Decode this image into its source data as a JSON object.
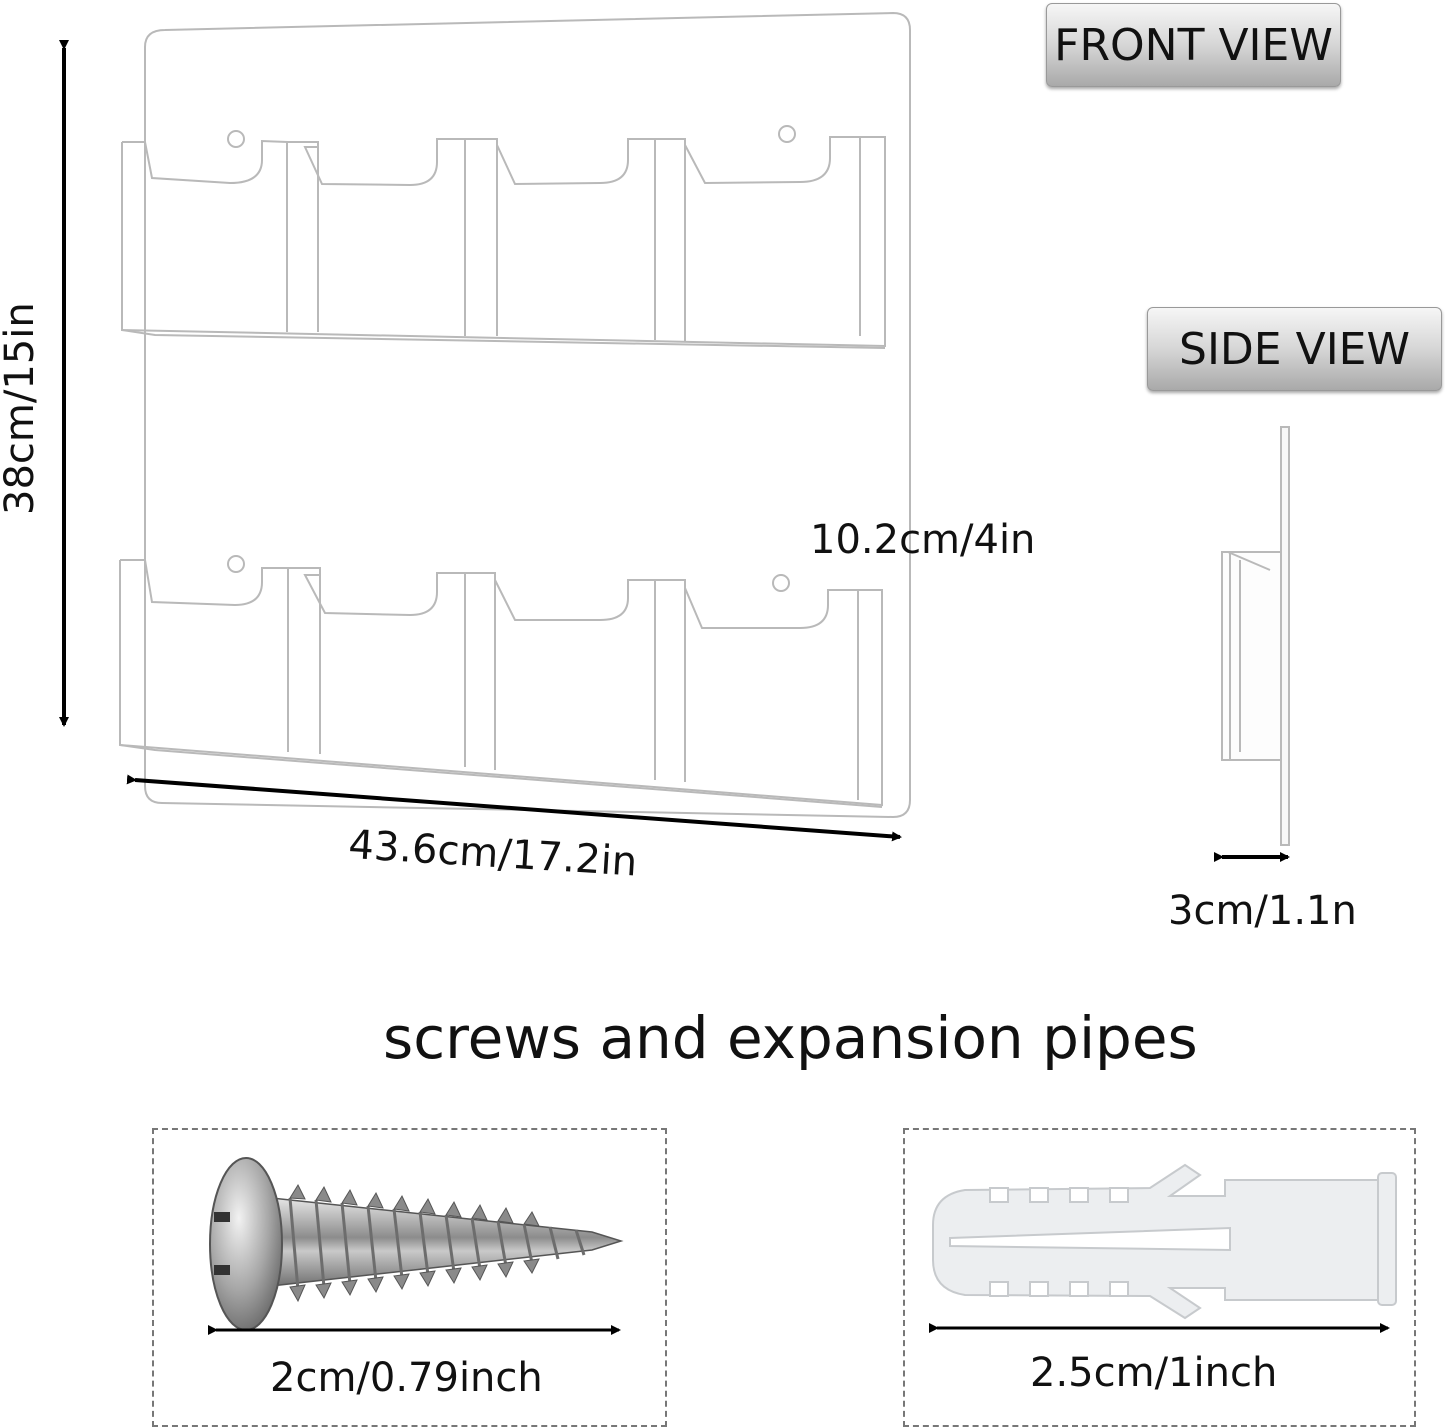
{
  "labels": {
    "front_view": "FRONT VIEW",
    "side_view": "SIDE VIEW",
    "height": "38cm/15in",
    "pocket_width": "10.2cm/4in",
    "width": "43.6cm/17.2in",
    "depth": "3cm/1.1n",
    "accessories_title": "screws and expansion pipes",
    "screw_length": "2cm/0.79inch",
    "anchor_length": "2.5cm/1inch"
  },
  "colors": {
    "acrylic_edge": "#b9b9b9",
    "arrow": "#000000",
    "screw_metal": "#9a9a9a",
    "anchor_plastic": "#eceef0"
  },
  "icons": [
    "screw-icon",
    "expansion-anchor-icon"
  ]
}
